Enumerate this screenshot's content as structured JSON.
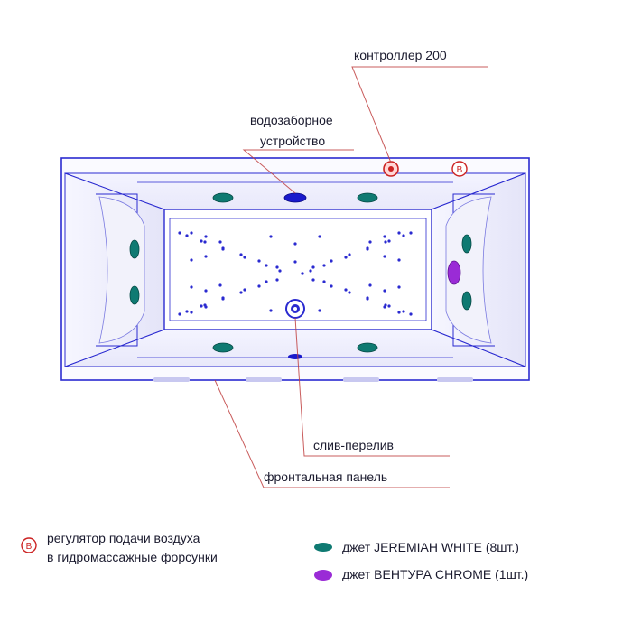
{
  "labels": {
    "controller": "контроллер 200",
    "intake_line1": "водозаборное",
    "intake_line2": "устройство",
    "drain": "слив-перелив",
    "front_panel": "фронтальная панель"
  },
  "legend": {
    "air_regulator_symbol": "B",
    "air_regulator_line1": "регулятор подачи воздуха",
    "air_regulator_line2": "в гидромассажные форсунки",
    "jet_jeremiah": "джет JEREMIAH WHITE (8шт.)",
    "jet_ventura": "джет ВЕНТУРА CHROME (1шт.)"
  },
  "colors": {
    "outline": "#2a2ad0",
    "jet_jeremiah": "#0f7a72",
    "jet_ventura": "#9a2bd6",
    "intake": "#1a1acc",
    "regulator": "#cc2222",
    "leader": "#c04040"
  }
}
